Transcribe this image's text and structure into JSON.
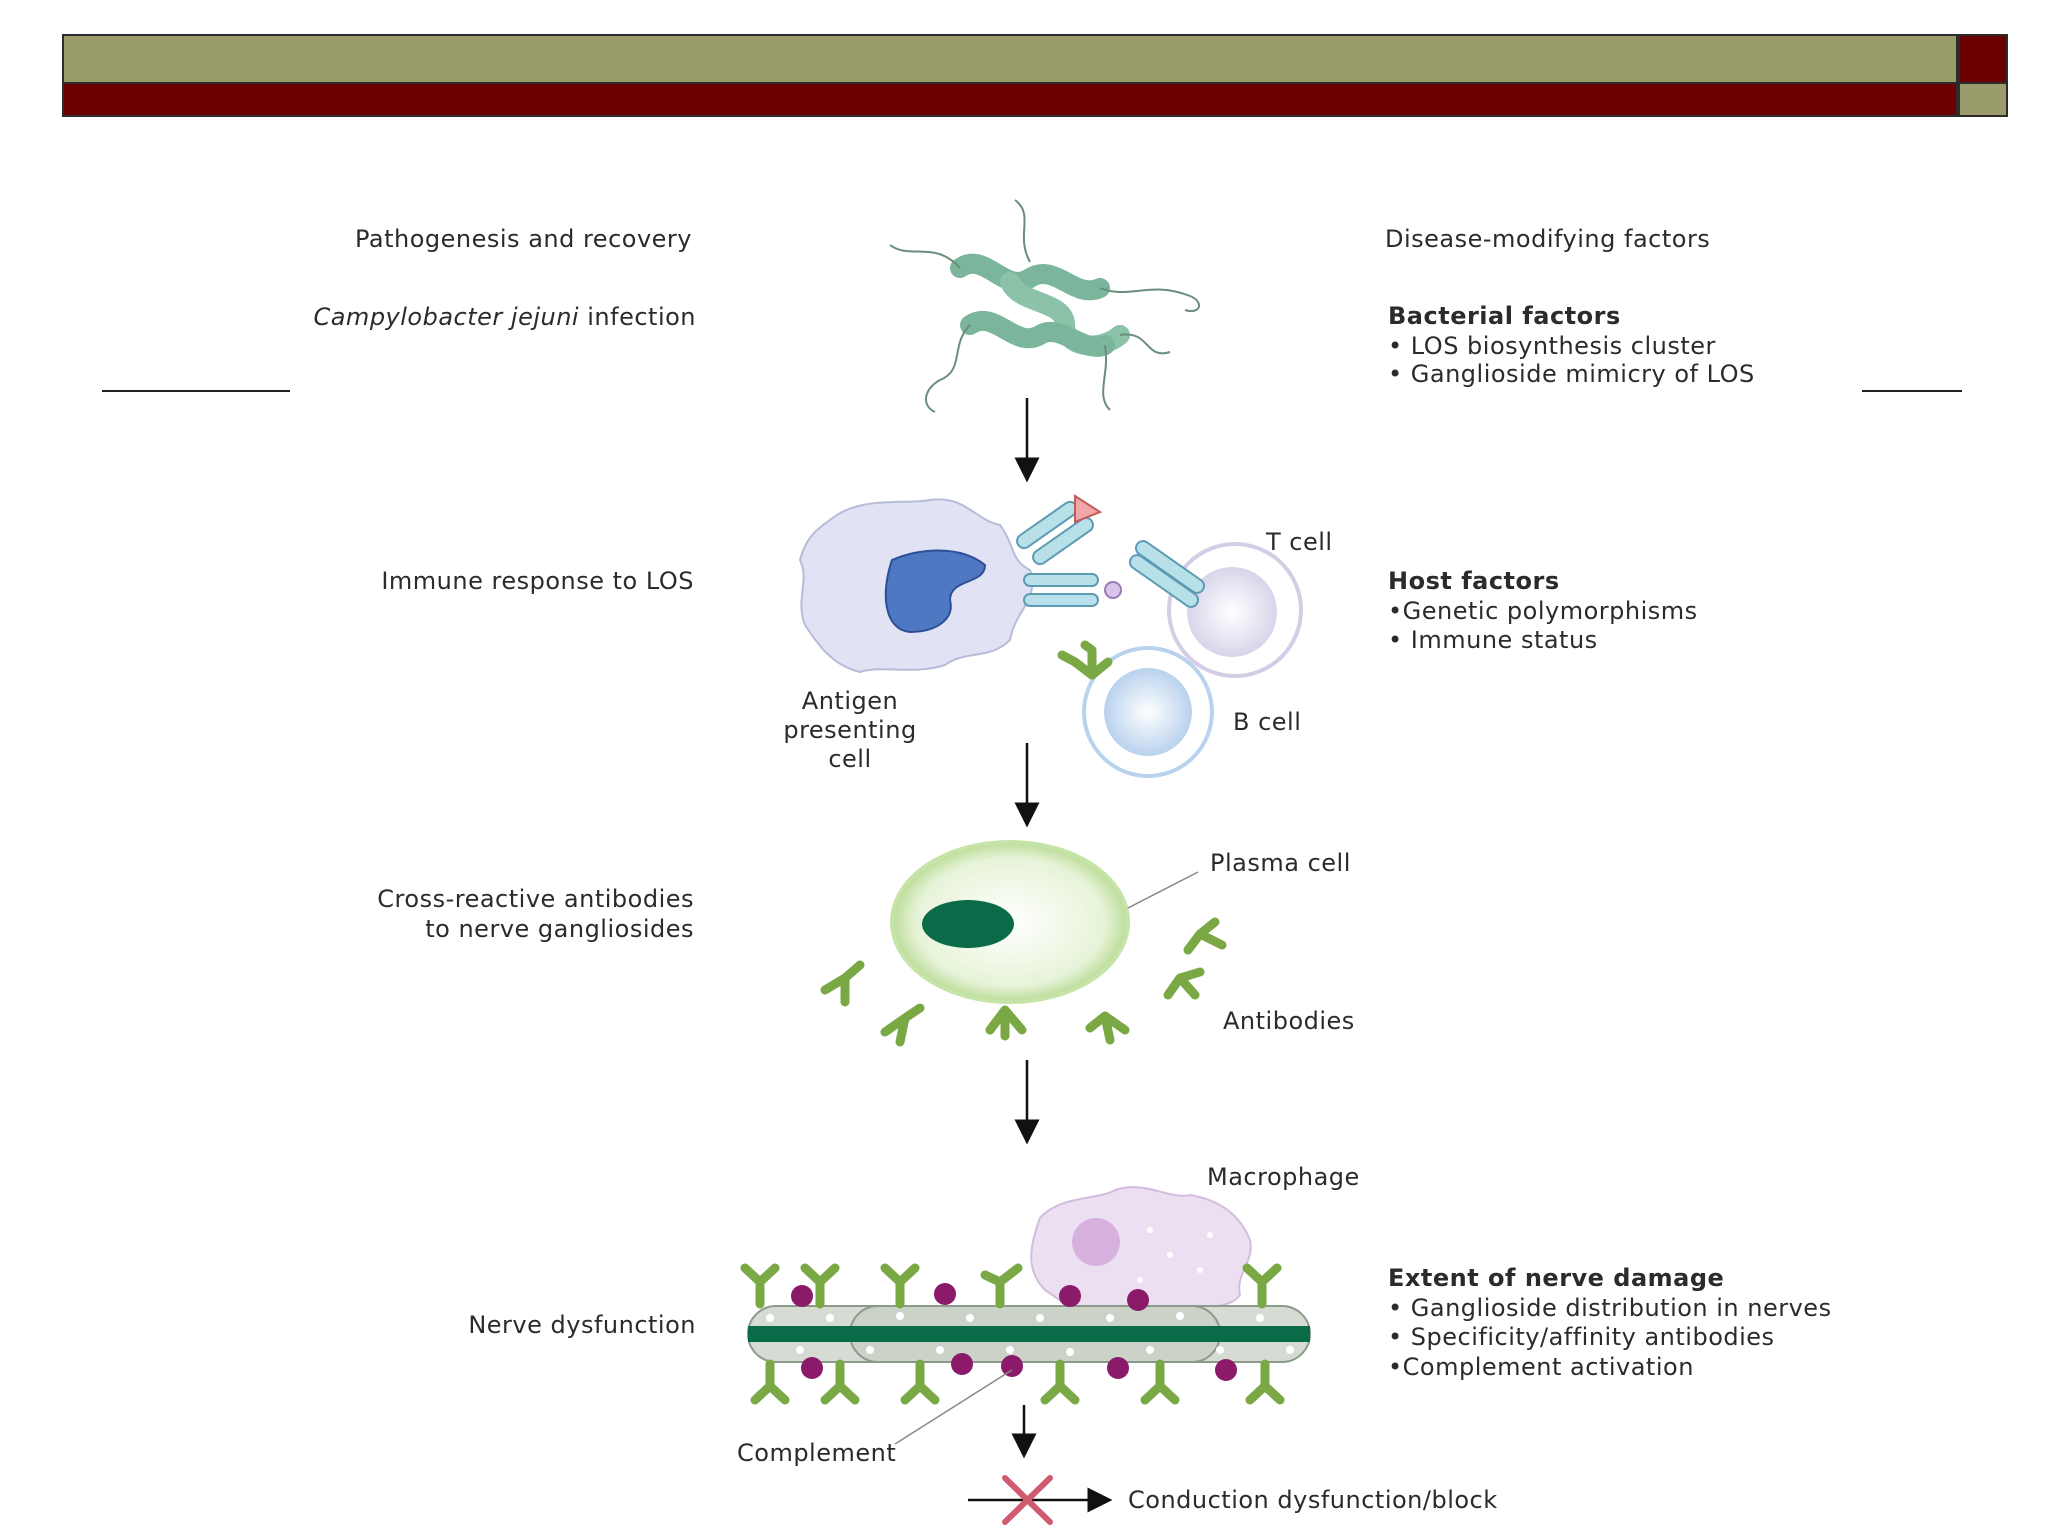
{
  "left_header": "Pathogenesis and recovery",
  "right_header": "Disease-modifying factors",
  "stages": {
    "infection": {
      "italic": "Campylobacter jejuni",
      "rest": " infection"
    },
    "immune": "Immune response to LOS",
    "cross_1": "Cross-reactive antibodies",
    "cross_2": "to nerve gangliosides",
    "nerve": "Nerve dysfunction"
  },
  "labels": {
    "t_cell": "T cell",
    "b_cell": "B cell",
    "apc_1": "Antigen",
    "apc_2": "presenting",
    "apc_3": "cell",
    "plasma": "Plasma cell",
    "antibodies": "Antibodies",
    "macrophage": "Macrophage",
    "complement": "Complement",
    "conduction": "Conduction dysfunction/block"
  },
  "factors": {
    "bacterial": {
      "title": "Bacterial factors",
      "items": [
        "• LOS biosynthesis cluster",
        "• Ganglioside mimicry of LOS"
      ]
    },
    "host": {
      "title": "Host factors",
      "items": [
        "•Genetic polymorphisms",
        "• Immune status"
      ]
    },
    "nerve_damage": {
      "title": "Extent of nerve damage",
      "items": [
        "• Ganglioside distribution in nerves",
        "• Specificity/affinity antibodies",
        "•Complement activation"
      ]
    }
  },
  "colors": {
    "olive": "#9a9c6c",
    "maroon": "#6b0000",
    "green": "#7aa844",
    "dark_green": "#0a6b48",
    "purple": "#8b1a6b",
    "blue": "#7da3cf"
  }
}
